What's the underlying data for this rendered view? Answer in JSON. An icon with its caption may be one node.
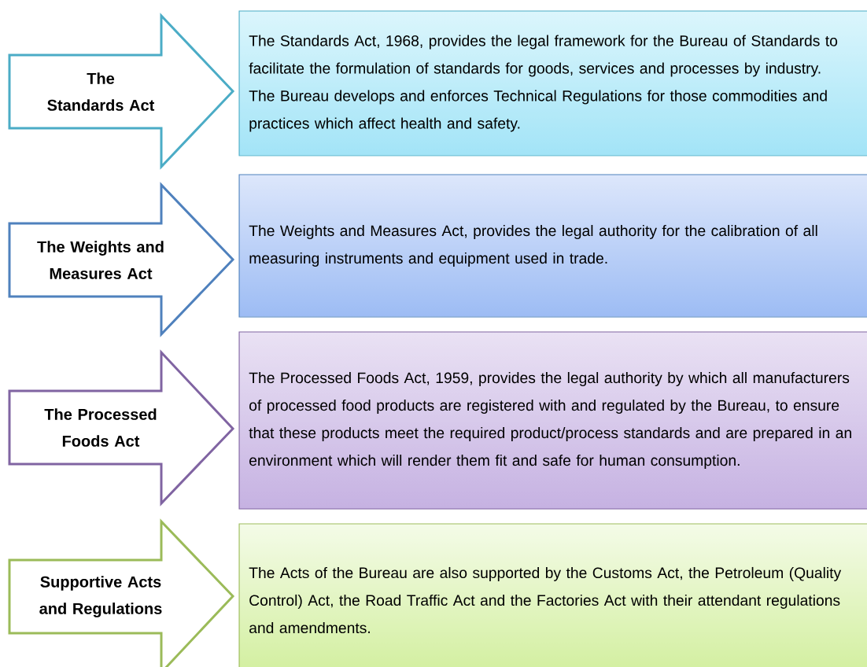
{
  "diagram": {
    "nodes": [
      {
        "text": [
          "The Standards Act"
        ]
      },
      {
        "text": [
          "The Standards Act, 1968, provides the legal framework for the Bureau of Standards to facilitate the formulation of standards for goods, services and processes by industry.  The Bureau develops and enforces Technical Regulations for those commodities and practices which affect health and safety."
        ]
      },
      {
        "text": [
          "The Weights and Measures Act"
        ]
      },
      {
        "text": [
          "The Weights and Measures Act, provides the legal authority for the calibration of all measuring instruments and equipment used in trade."
        ]
      },
      {
        "text": [
          "The Processed Foods Act"
        ]
      },
      {
        "text": [
          "The Processed Foods Act, 1959, provides the legal authority by which all manufacturers of processed food products are registered with and regulated by the Bureau, to ensure that these products meet the required product/process standards and are prepared in an environment which will render them fit and safe for human consumption."
        ]
      },
      {
        "text": [
          "Supportive Acts and Regulations"
        ]
      },
      {
        "text": [
          "The Acts of the Bureau are also supported by the Customs Act, the Petroleum (Quality Control) Act, the Road Traffic Act and the Factories Act with their attendant regulations and amendments."
        ]
      }
    ]
  }
}
